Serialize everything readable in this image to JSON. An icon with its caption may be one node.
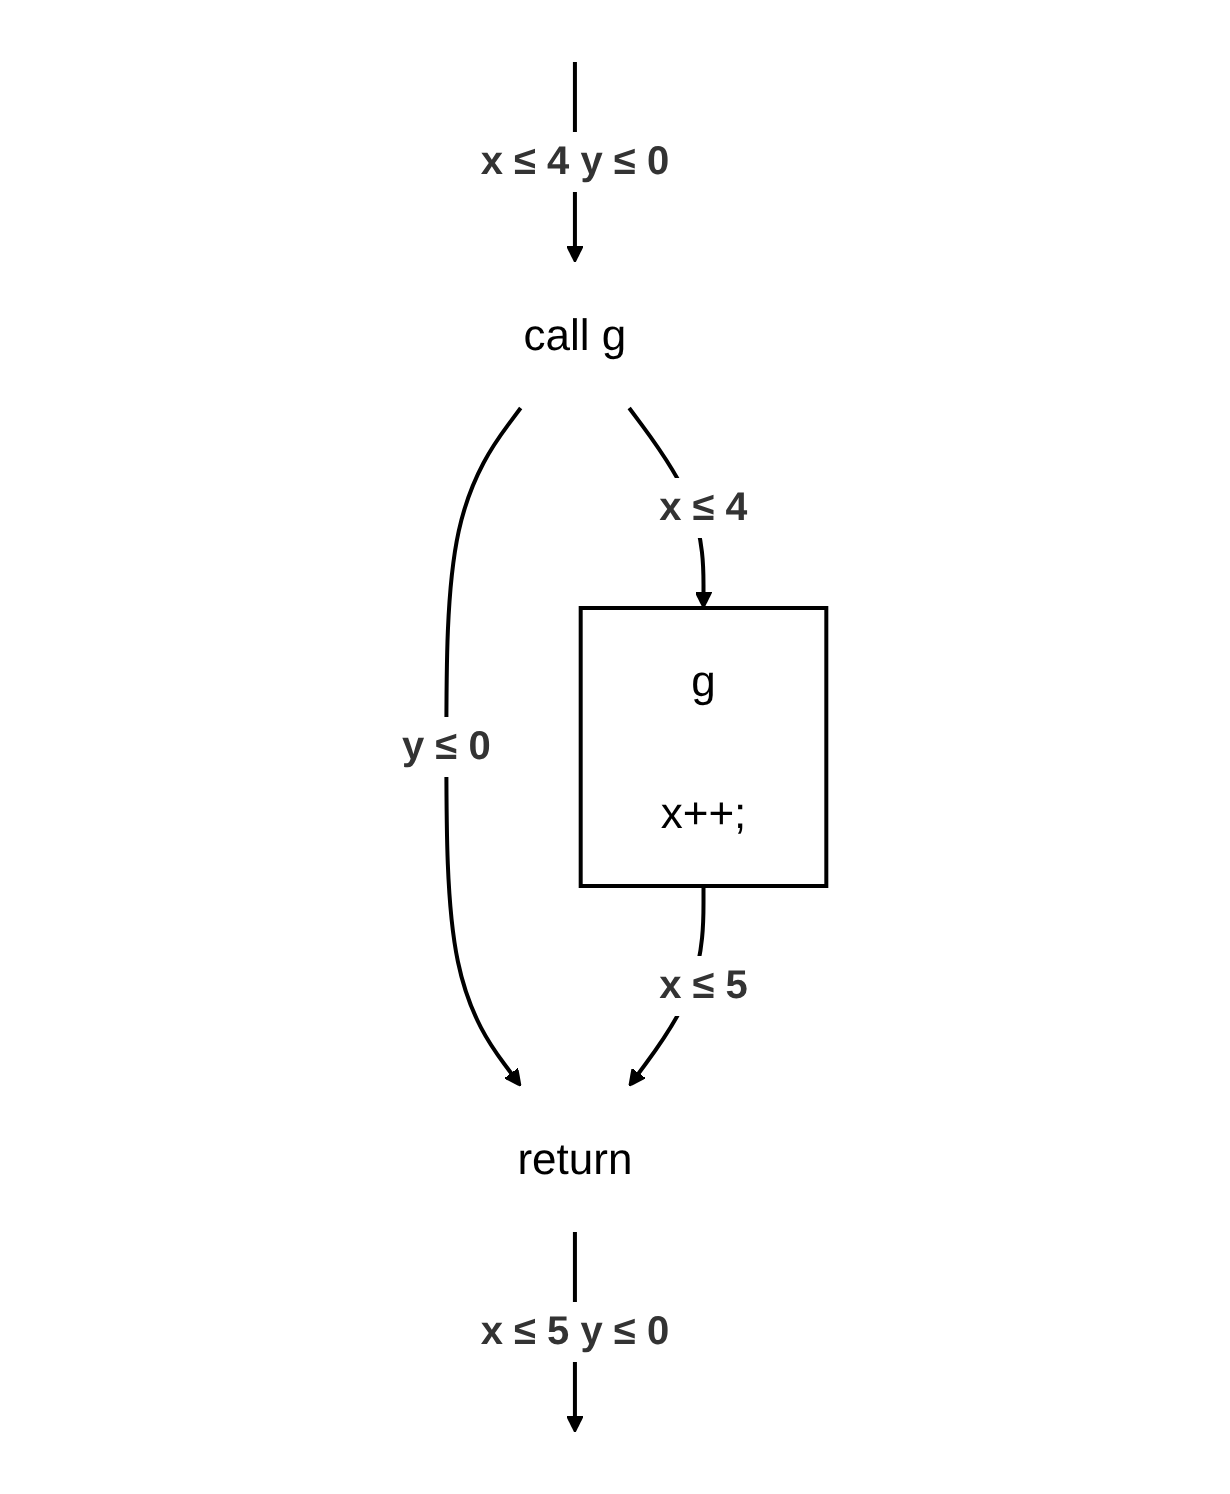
{
  "diagram": {
    "nodes": [
      {
        "text": [
          "call g"
        ]
      },
      {
        "text": [
          "return"
        ]
      },
      {
        "text": [
          "g",
          "x++;"
        ]
      }
    ],
    "edges": [
      {
        "from": null,
        "to": 0,
        "arrow": "to",
        "label": "x ≤ 4 y ≤ 0"
      },
      {
        "from": 0,
        "to": 2,
        "arrow": "to",
        "label": "x ≤ 4"
      },
      {
        "from": 0,
        "to": 1,
        "arrow": "to",
        "label": "y ≤ 0"
      },
      {
        "from": 2,
        "to": 1,
        "arrow": "to",
        "label": "x ≤ 5"
      },
      {
        "from": 1,
        "to": null,
        "arrow": "to",
        "label": "x ≤ 5 y ≤ 0"
      }
    ]
  }
}
